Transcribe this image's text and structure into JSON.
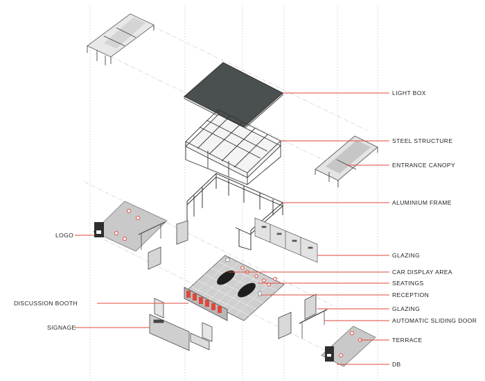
{
  "diagram": {
    "type": "exploded-axonometric",
    "accent_color": "#e0473a",
    "labels": {
      "light_box": "LIGHT BOX",
      "steel_structure": "STEEL STRUCTURE",
      "entrance_canopy": "ENTRANCE CANOPY",
      "aluminium_frame": "ALUMINIUM FRAME",
      "logo": "LOGO",
      "glazing_upper": "GLAZING",
      "car_display_area": "CAR DISPLAY AREA",
      "seatings": "SEATINGS",
      "reception": "RECEPTION",
      "discussion_booth": "DISCUSSION BOOTH",
      "glazing_lower": "GLAZING",
      "automatic_sliding_door": "AUTOMATIC SLIDING DOOR",
      "signage": "SIGNAGE",
      "terrace": "TERRACE",
      "db": "DB"
    }
  }
}
